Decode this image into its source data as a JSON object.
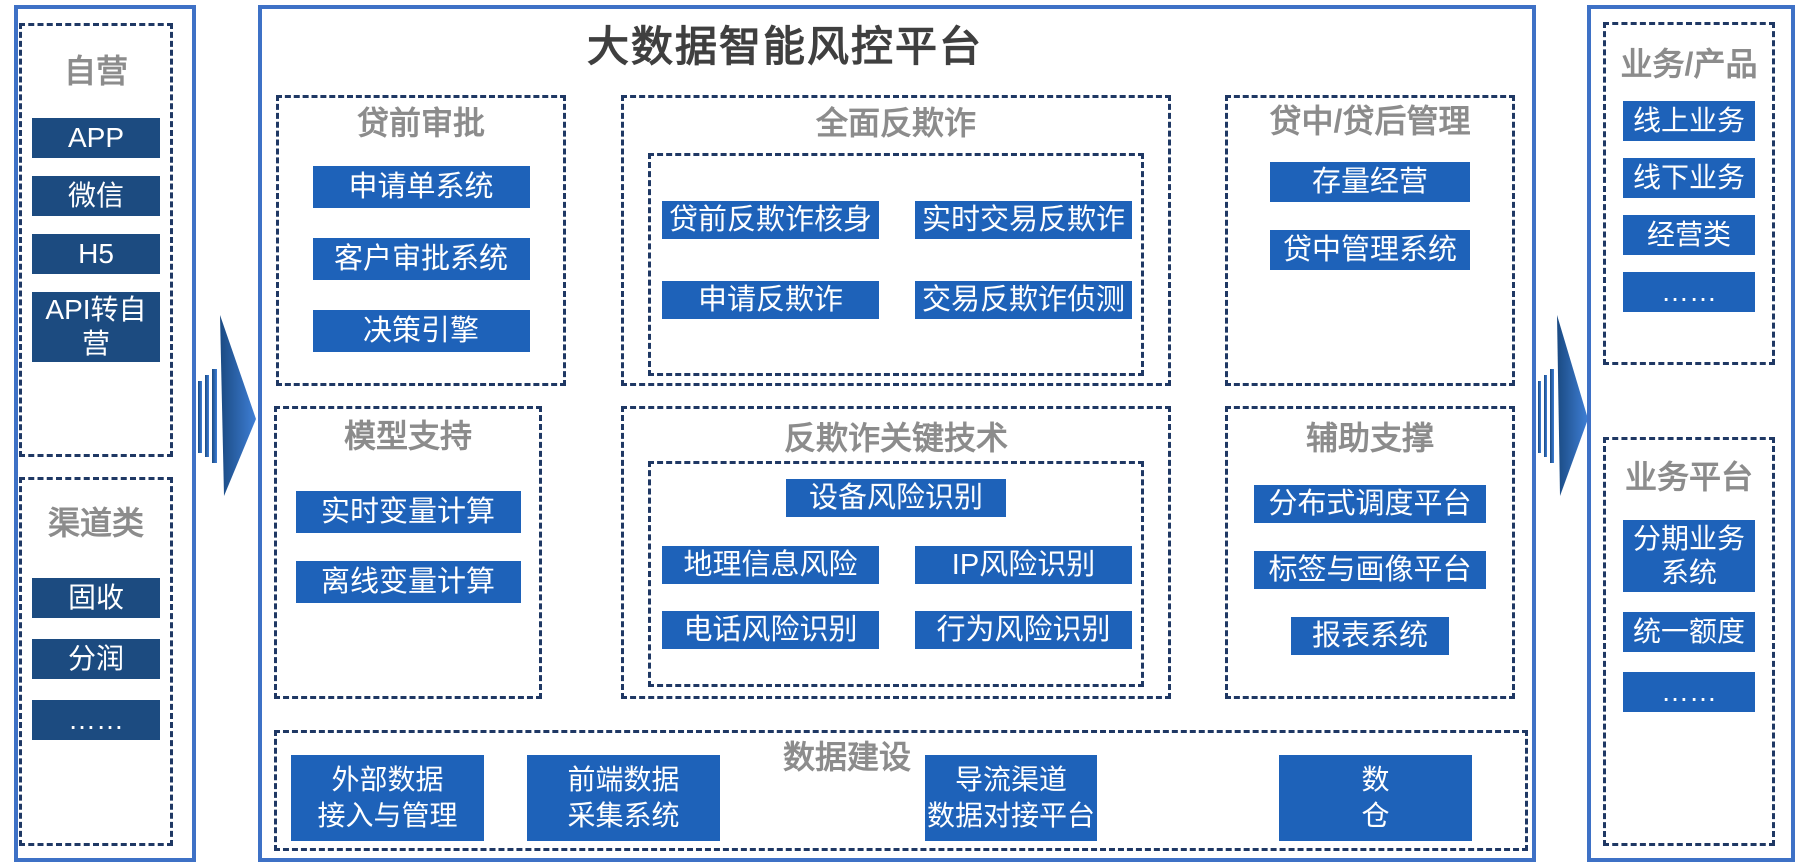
{
  "palette": {
    "frame_blue": "#3e71c6",
    "dash_navy": "#1f3864",
    "node_blue": "#1e62b9",
    "side_node_navy": "#1c4b80",
    "heading_gray": "#8c8c8c",
    "title_dark": "#3f3f3f",
    "arrow_dark": "#1a4a82",
    "arrow_light": "#3f7fd6"
  },
  "left_panel": {
    "self_operated": {
      "title": "自营",
      "items": [
        "APP",
        "微信",
        "H5",
        "API转自\n营"
      ]
    },
    "channel": {
      "title": "渠道类",
      "items": [
        "固收",
        "分润",
        "……"
      ]
    }
  },
  "platform": {
    "title": "大数据智能风控平台",
    "pre_loan_approval": {
      "title": "贷前审批",
      "items": [
        "申请单系统",
        "客户审批系统",
        "决策引擎"
      ]
    },
    "comprehensive_anti_fraud": {
      "title": "全面反欺诈",
      "items": [
        "贷前反欺诈核身",
        "实时交易反欺诈",
        "申请反欺诈",
        "交易反欺诈侦测"
      ]
    },
    "during_post_loan": {
      "title": "贷中/贷后管理",
      "items": [
        "存量经营",
        "贷中管理系统"
      ]
    },
    "model_support": {
      "title": "模型支持",
      "items": [
        "实时变量计算",
        "离线变量计算"
      ]
    },
    "anti_fraud_tech": {
      "title": "反欺诈关键技术",
      "items": [
        "设备风险识别",
        "地理信息风险",
        "IP风险识别",
        "电话风险识别",
        "行为风险识别"
      ]
    },
    "auxiliary_support": {
      "title": "辅助支撑",
      "items": [
        "分布式调度平台",
        "标签与画像平台",
        "报表系统"
      ]
    },
    "data_construction": {
      "title": "数据建设",
      "items": [
        "外部数据\n接入与管理",
        "前端数据\n采集系统",
        "导流渠道\n数据对接平台",
        "数\n仓"
      ]
    }
  },
  "right_panel": {
    "business_product": {
      "title": "业务/产品",
      "items": [
        "线上业务",
        "线下业务",
        "经营类",
        "……"
      ]
    },
    "business_platform": {
      "title": "业务平台",
      "items": [
        "分期业务\n系统",
        "统一额度",
        "……"
      ]
    }
  }
}
